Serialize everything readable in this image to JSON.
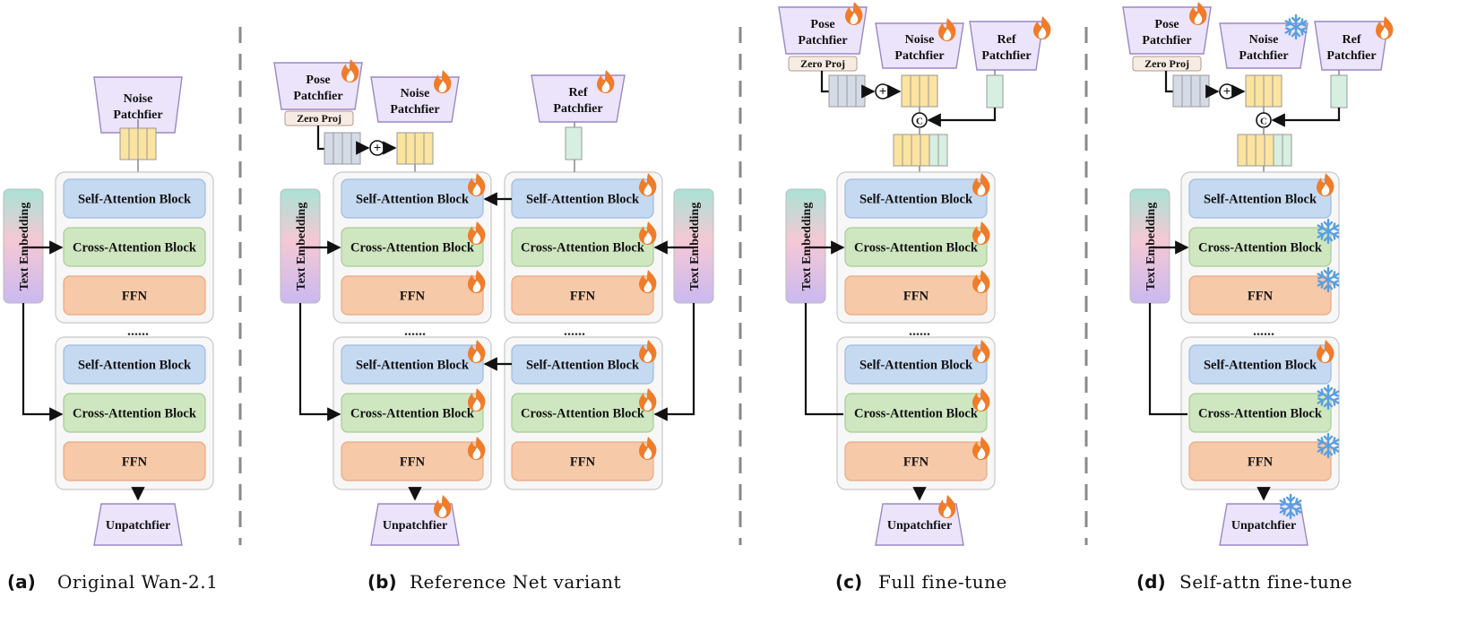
{
  "labels": {
    "self_attention": "Self-Attention Block",
    "cross_attention": "Cross-Attention Block",
    "ffn": "FFN",
    "text_embedding": "Text Embedding",
    "noise_patchfier_line1": "Noise",
    "noise_patchfier_line2": "Patchfier",
    "pose_patchfier_line1": "Pose",
    "pose_patchfier_line2": "Patchfier",
    "ref_patchfier_line1": "Ref",
    "ref_patchfier_line2": "Patchfier",
    "unpatchfier": "Unpatchfier",
    "zero_proj": "Zero Proj",
    "ellipsis": "......",
    "plus_symbol": "+",
    "concat_symbol": "C"
  },
  "captions": [
    {
      "letter": "(a)",
      "text": "Original Wan-2.1"
    },
    {
      "letter": "(b)",
      "text": "Reference Net variant"
    },
    {
      "letter": "(c)",
      "text": "Full fine-tune"
    },
    {
      "letter": "(d)",
      "text": "Self-attn fine-tune"
    }
  ],
  "icon_names": {
    "trainable": "flame-icon",
    "frozen": "snowflake-icon"
  },
  "colors": {
    "self_attention_fill": "#c5d9f1",
    "cross_attention_fill": "#cfe7c0",
    "ffn_fill": "#f6c9a8",
    "patchfier_fill": "#ece4fa",
    "patchfier_stroke": "#9b87c6",
    "token_yellow": "#fbe3a0",
    "token_gray": "#d5dbe6",
    "token_green": "#d6efe0",
    "flame": "#f07c2a",
    "snowflake": "#5a9fe0",
    "separator": "#8a8a8a"
  }
}
